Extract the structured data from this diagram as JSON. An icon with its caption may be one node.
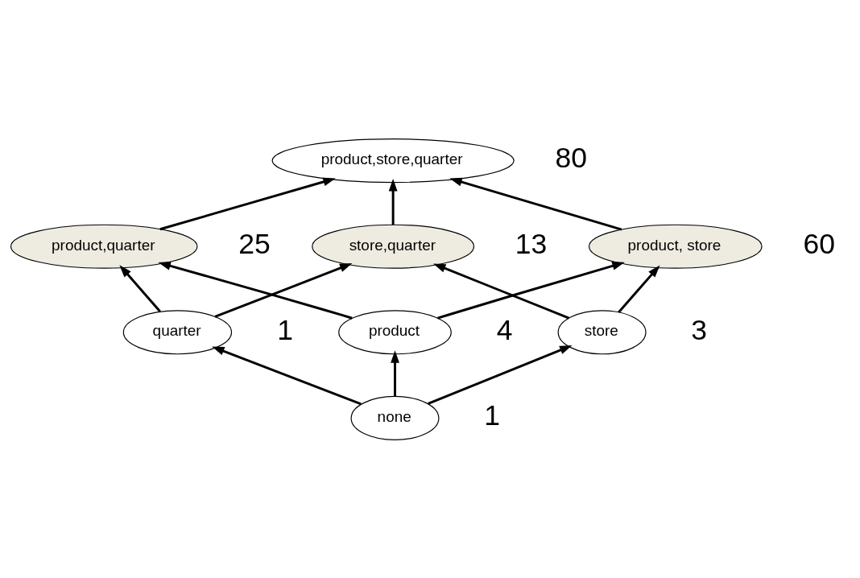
{
  "diagram": {
    "nodes": [
      {
        "text": [
          "product,store,quarter"
        ],
        "beside": [
          "80"
        ]
      },
      {
        "text": [
          "product,quarter"
        ],
        "beside": [
          "25"
        ]
      },
      {
        "text": [
          "store,quarter"
        ],
        "beside": [
          "13"
        ]
      },
      {
        "text": [
          "product, store"
        ],
        "beside": [
          "60"
        ]
      },
      {
        "text": [
          "quarter"
        ],
        "beside": [
          "1"
        ]
      },
      {
        "text": [
          "product"
        ],
        "beside": [
          "4"
        ]
      },
      {
        "text": [
          "store"
        ],
        "beside": [
          "3"
        ]
      },
      {
        "text": [
          "none"
        ],
        "beside": [
          "1"
        ]
      }
    ],
    "edges": [
      {
        "from": 1,
        "to": 0,
        "arrow": "to"
      },
      {
        "from": 2,
        "to": 0,
        "arrow": "to"
      },
      {
        "from": 3,
        "to": 0,
        "arrow": "to"
      },
      {
        "from": 4,
        "to": 1,
        "arrow": "to"
      },
      {
        "from": 4,
        "to": 2,
        "arrow": "to"
      },
      {
        "from": 5,
        "to": 1,
        "arrow": "to"
      },
      {
        "from": 5,
        "to": 3,
        "arrow": "to"
      },
      {
        "from": 6,
        "to": 2,
        "arrow": "to"
      },
      {
        "from": 6,
        "to": 3,
        "arrow": "to"
      },
      {
        "from": 7,
        "to": 4,
        "arrow": "to"
      },
      {
        "from": 7,
        "to": 5,
        "arrow": "to"
      },
      {
        "from": 7,
        "to": 6,
        "arrow": "to"
      }
    ]
  }
}
